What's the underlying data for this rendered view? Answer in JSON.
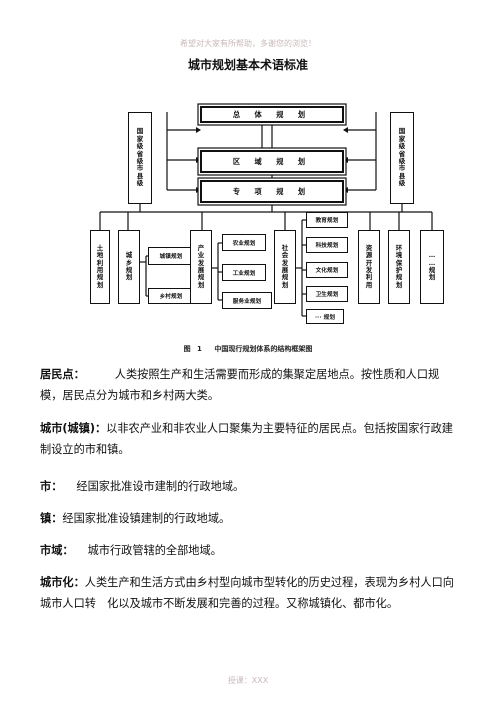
{
  "header_note": "希望对大家有所帮助，多谢您的浏览！",
  "doc_title": "城市规划基本术语标准",
  "diagram": {
    "top_boxes": [
      "总 体 规 划",
      "区 域 规 划",
      "专 项 规 划"
    ],
    "left_side": [
      "国",
      "家",
      "级",
      "省",
      "级",
      "市",
      "县",
      "级"
    ],
    "right_side": [
      "国",
      "家",
      "级",
      "省",
      "级",
      "市",
      "县",
      "级"
    ],
    "land_use": [
      "土",
      "地",
      "利",
      "用",
      "规",
      "划"
    ],
    "urban_rural": [
      "城",
      "乡",
      "规",
      "划"
    ],
    "town_plan": "城镇规划",
    "village_plan": "乡村规划",
    "industry": [
      "产",
      "业",
      "发",
      "展",
      "规",
      "划"
    ],
    "agri": "农业规划",
    "industrial": "工业规划",
    "service": "服务业规划",
    "social": [
      "社",
      "会",
      "发",
      "展",
      "规",
      "划"
    ],
    "edu": "教育规划",
    "sci": "科技规划",
    "culture": "文化规划",
    "health": "卫生规划",
    "other_social": "··· 规划",
    "resource": [
      "资",
      "源",
      "开",
      "发",
      "利",
      "用"
    ],
    "environment": [
      "环",
      "境",
      "保",
      "护",
      "规",
      "划"
    ],
    "etc": [
      "…",
      "…",
      "规",
      "划"
    ]
  },
  "caption": {
    "label": "图 1",
    "text": "中国现行规划体系的结构框架图"
  },
  "paragraphs": [
    {
      "term": "居民点：",
      "text": "人类按照生产和生活需要而形成的集聚定居地点。按性质和人口规模，居民点分为城市和乡村两大类。"
    },
    {
      "term": "城市(城镇)：",
      "text": "以非农产业和非农业人口聚集为主要特征的居民点。包括按国家行政建制设立的市和镇。"
    },
    {
      "term": "市：",
      "text": "经国家批准设市建制的行政地域。"
    },
    {
      "term": "镇：",
      "text": "经国家批准设镇建制的行政地域。"
    },
    {
      "term": "市域：",
      "text": "城市行政管辖的全部地域。"
    },
    {
      "term": "城市化：",
      "text": "人类生产和生活方式由乡村型向城市型转化的历史过程，表现为乡村人口向城市人口转　化以及城市不断发展和完善的过程。又称城镇化、都市化。"
    }
  ],
  "footer_note": "授课：XXX"
}
